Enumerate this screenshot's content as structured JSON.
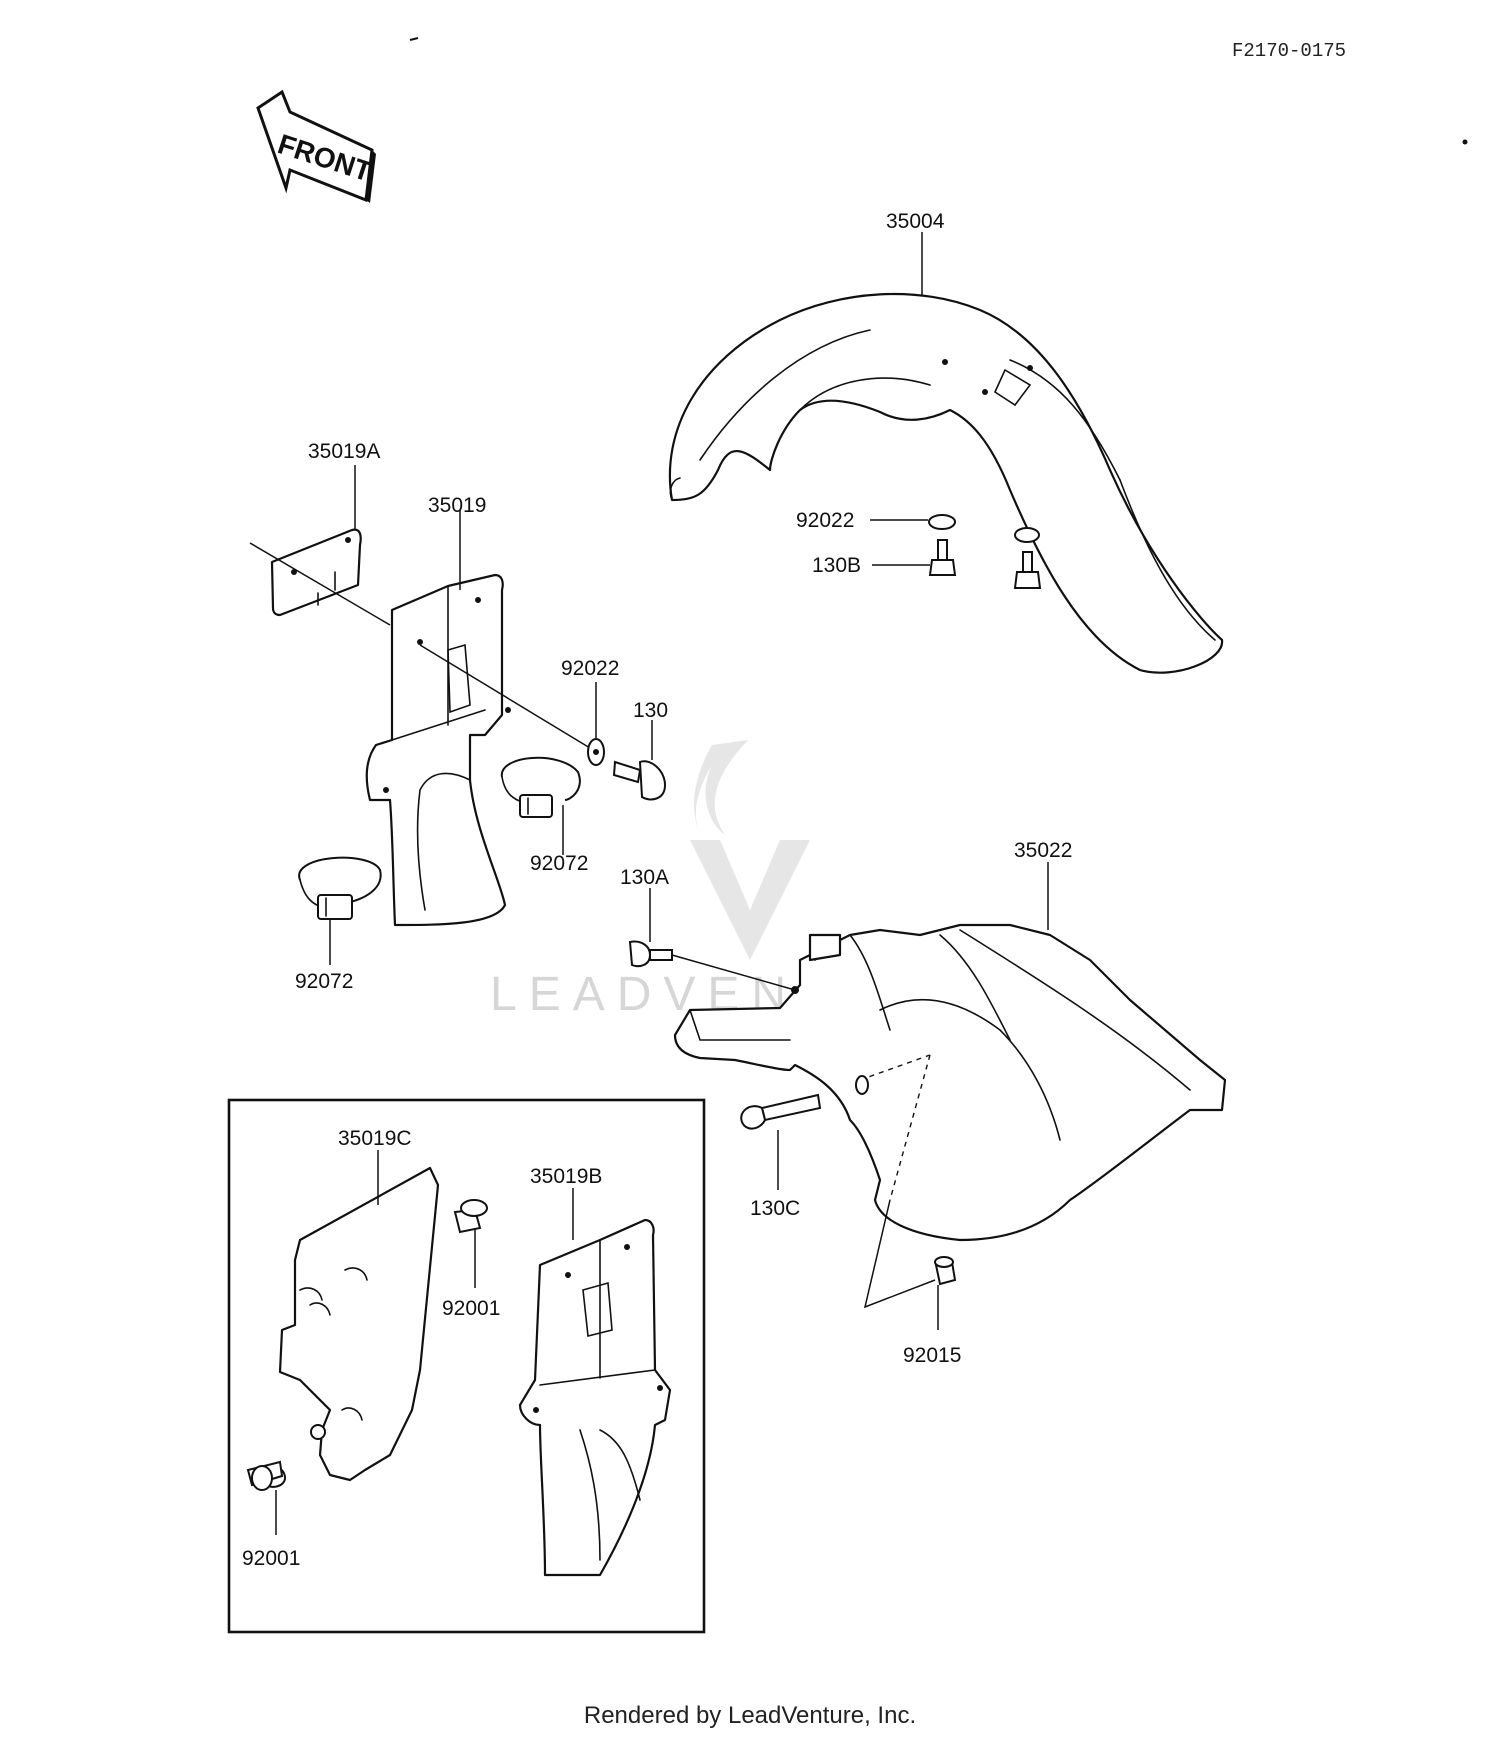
{
  "drawing_number": "F2170-0175",
  "front_arrow_label": "FRONT",
  "watermark": "LEADVENTURE",
  "callouts": {
    "front_fender": "35004",
    "front_washer": "92022",
    "front_bolt": "130B",
    "guard_cover_a": "35019A",
    "guard": "35019",
    "guard_washer": "92022",
    "guard_bolt": "130",
    "band_right": "92072",
    "band_left": "92072",
    "rear_fender": "35022",
    "rear_bolt_a": "130A",
    "rear_bolt_c": "130C",
    "rear_nut": "92015",
    "kit_guard_c": "35019C",
    "kit_guard_b": "35019B",
    "kit_bolt_upper": "92001",
    "kit_bolt_lower": "92001"
  },
  "footer": "Rendered by LeadVenture, Inc."
}
